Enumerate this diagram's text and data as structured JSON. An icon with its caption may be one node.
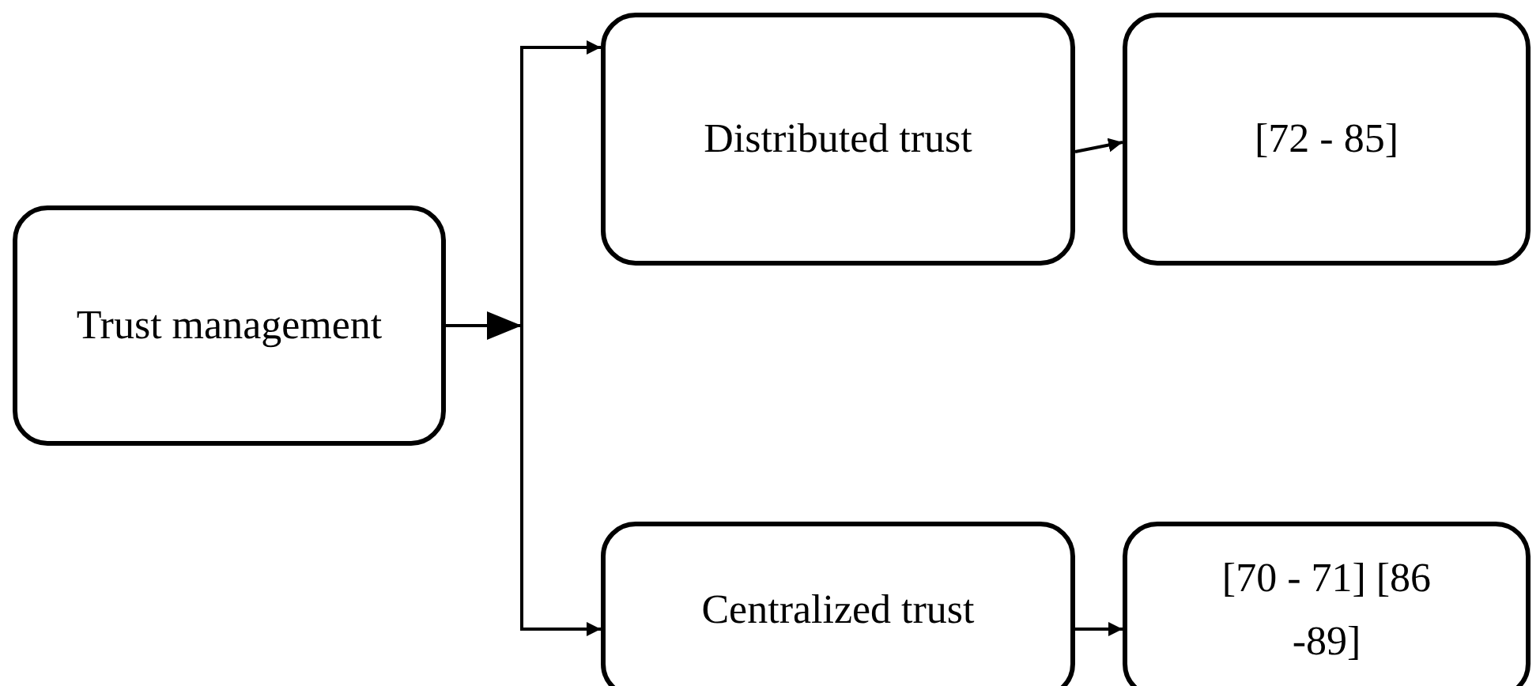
{
  "diagram": {
    "nodes": [
      {
        "text": [
          "Trust management"
        ]
      },
      {
        "text": [
          "Distributed trust"
        ]
      },
      {
        "text": [
          "[72 - 85]"
        ]
      },
      {
        "text": [
          "Centralized trust"
        ]
      },
      {
        "text": [
          "[70 - 71] [86 -89]"
        ]
      }
    ],
    "edges": [
      {
        "from": 0,
        "to": 1,
        "arrow": "to"
      },
      {
        "from": 0,
        "to": 3,
        "arrow": "to"
      },
      {
        "from": 1,
        "to": 2,
        "arrow": "to"
      },
      {
        "from": 3,
        "to": 4,
        "arrow": "to"
      }
    ]
  }
}
